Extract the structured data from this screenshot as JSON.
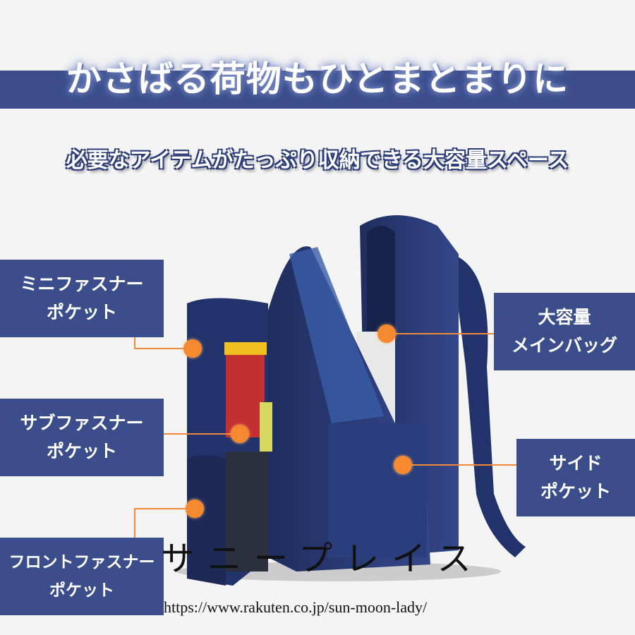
{
  "header": {
    "title": "かさばる荷物もひとまとまりに",
    "subtitle": "必要なアイテムがたっぷり収納できる大容量スペース"
  },
  "callouts": [
    {
      "line1": "ミニファスナー",
      "line2": "ポケット"
    },
    {
      "line1": "サブファスナー",
      "line2": "ポケット"
    },
    {
      "line1": "フロントファスナー",
      "line2": "ポケット"
    },
    {
      "line1": "大容量",
      "line2": "メインバッグ"
    },
    {
      "line1": "サイド",
      "line2": "ポケット"
    }
  ],
  "watermark": {
    "brand": "サニープレイス",
    "url": "https://www.rakuten.co.jp/sun-moon-lady/"
  },
  "colors": {
    "navy": "#3b4d8b",
    "orange": "#f5892f",
    "background": "#f4f4f4"
  }
}
